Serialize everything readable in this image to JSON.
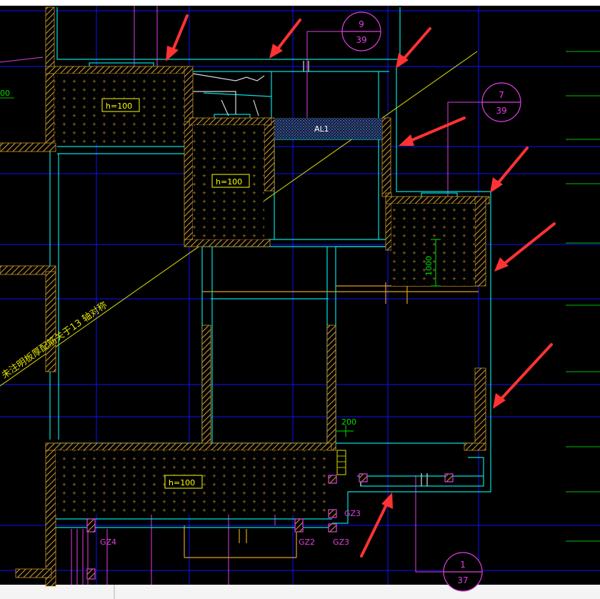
{
  "drawing": {
    "background": "#000000",
    "colors": {
      "grid": "#1010ff",
      "wall_outline": "#00e0e0",
      "hatch": "#c8962a",
      "slab_text": "#ffff00",
      "detail_callout": "#e040e0",
      "dimension": "#00e000",
      "beam": "#e0a020",
      "diagonal": "#e0e000",
      "arrow": "#ff3333",
      "white_line": "#d8d8d8"
    },
    "callouts": [
      {
        "id": "c9",
        "top": "9",
        "bottom": "39"
      },
      {
        "id": "c7",
        "top": "7",
        "bottom": "39"
      },
      {
        "id": "c1",
        "top": "1",
        "bottom": "37"
      }
    ],
    "slab_labels": [
      "h=100",
      "h=100",
      "h=100"
    ],
    "beam_label": "AL1",
    "dimensions": [
      "1000",
      "200"
    ],
    "column_labels": [
      "GZ3",
      "GZ3",
      "GZ2",
      "GZ4"
    ],
    "diagonal_note": "未注明板厚配筋关于13 轴对称",
    "edge_dim_text": "00"
  }
}
